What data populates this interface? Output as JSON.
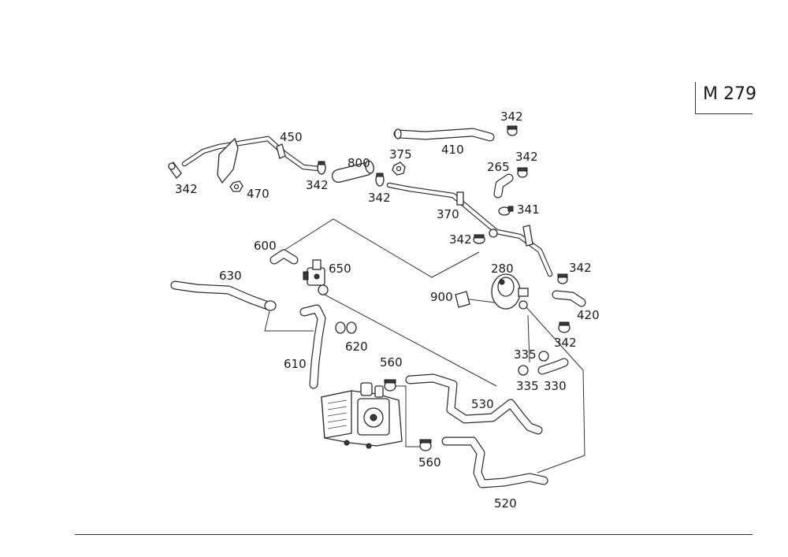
{
  "model_code": "M 279",
  "callouts": {
    "c450": "450",
    "c342_a": "342",
    "c470": "470",
    "c800": "800",
    "c342_b": "342",
    "c375": "375",
    "c342_c": "342",
    "c342_d": "342",
    "c410": "410",
    "c342_e": "342",
    "c265": "265",
    "c370": "370",
    "c341": "341",
    "c342_f": "342",
    "c600": "600",
    "c650": "650",
    "c630": "630",
    "c280": "280",
    "c342_g": "342",
    "c900": "900",
    "c420": "420",
    "c342_h": "342",
    "c620": "620",
    "c610": "610",
    "c560_a": "560",
    "c335_a": "335",
    "c335_b": "335",
    "c330": "330",
    "c530": "530",
    "c560_b": "560",
    "c520": "520"
  }
}
